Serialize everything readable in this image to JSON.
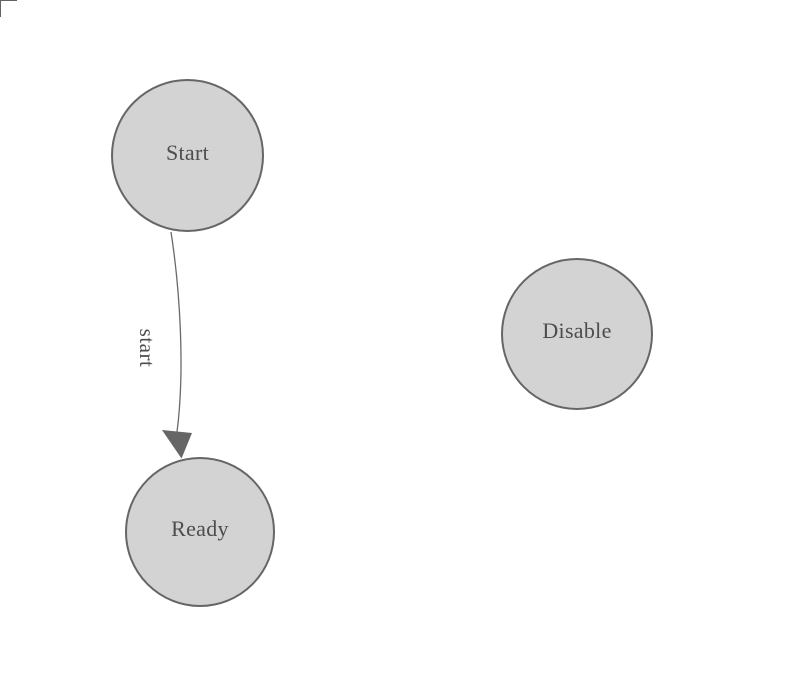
{
  "canvas": {
    "background": "#ffffff",
    "corner_mark": "top-left-corner-mark"
  },
  "diagram": {
    "type": "state-machine",
    "nodes": [
      {
        "id": "start",
        "label": "Start"
      },
      {
        "id": "ready",
        "label": "Ready"
      },
      {
        "id": "disable",
        "label": "Disable"
      }
    ],
    "edges": [
      {
        "from": "start",
        "to": "ready",
        "label": "start",
        "arrowhead": "filled-triangle"
      }
    ],
    "colors": {
      "canvas_bg": "#ffffff",
      "node_fill": "#d3d3d3",
      "node_stroke": "#666666",
      "label_text": "#4d4d4d",
      "edge_stroke": "#6a6a6a",
      "arrowhead_fill": "#666666",
      "corner_mark_color": "#636363"
    }
  }
}
